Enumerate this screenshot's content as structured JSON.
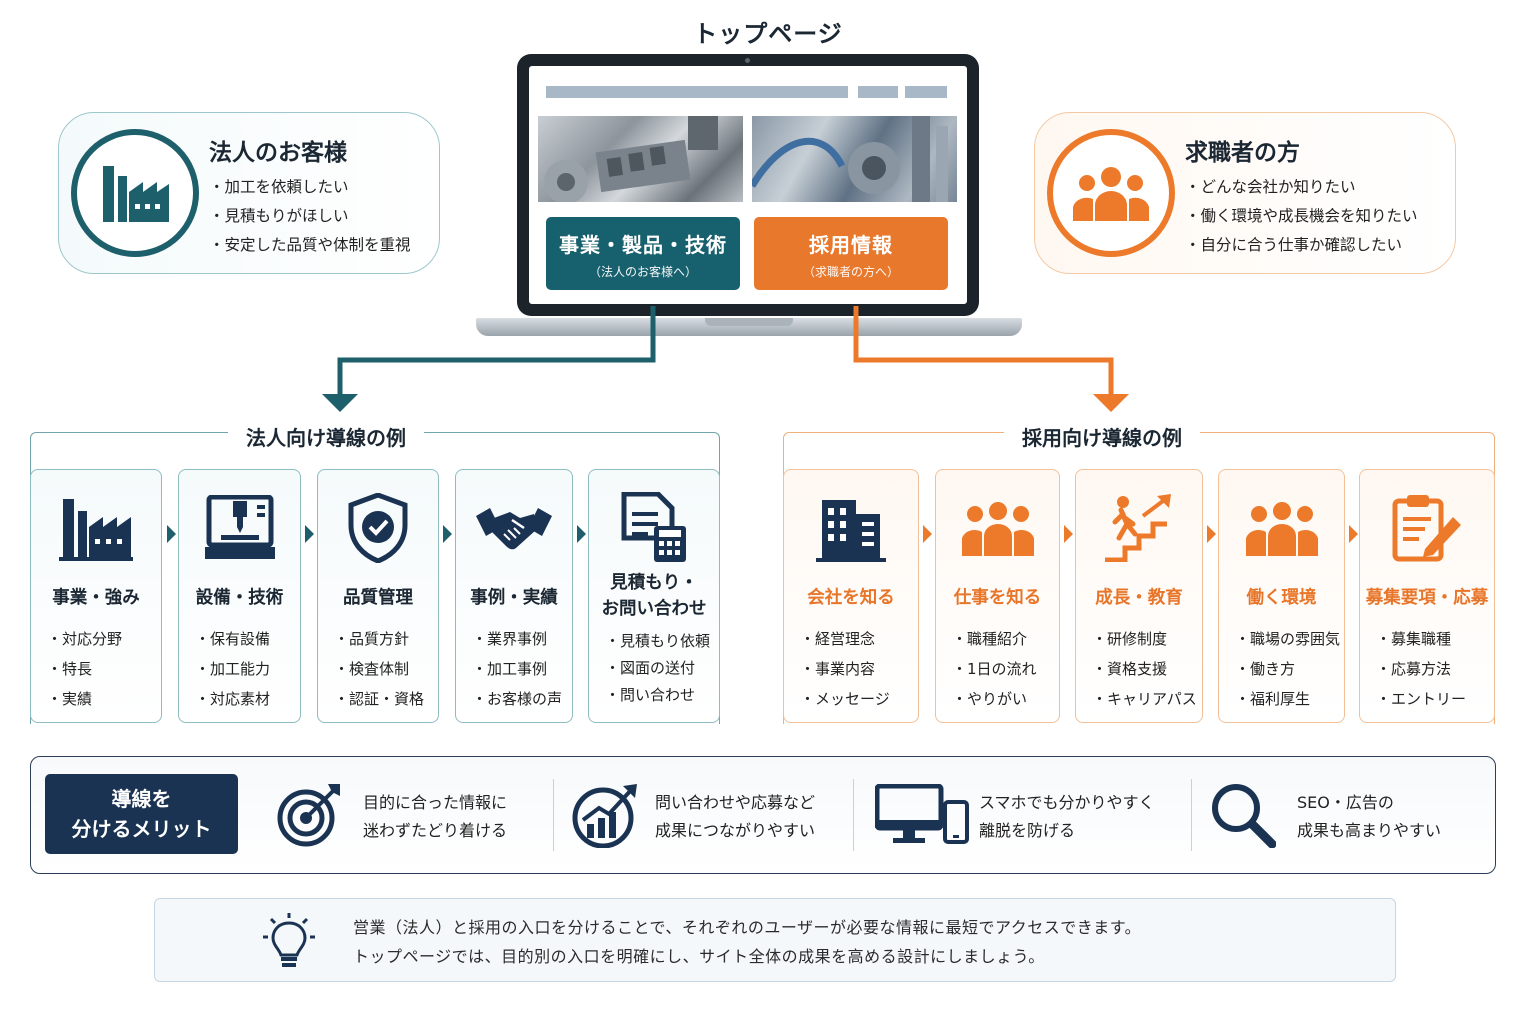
{
  "page_title": "トップページ",
  "personas": {
    "corp": {
      "title": "法人のお客様",
      "icon": "factory-icon",
      "items": [
        "・加工を依頼したい",
        "・見積もりがほしい",
        "・安定した品質や体制を重視"
      ]
    },
    "recruit": {
      "title": "求職者の方",
      "icon": "people-group-icon",
      "items": [
        "・どんな会社か知りたい",
        "・働く環境や成長機会を知りたい",
        "・自分に合う仕事か確認したい"
      ]
    }
  },
  "laptop": {
    "corp_button": {
      "label": "事業・製品・技術",
      "sub": "（法人のお客様へ）"
    },
    "recruit_button": {
      "label": "採用情報",
      "sub": "（求職者の方へ）"
    }
  },
  "corp_flow": {
    "title": "法人向け導線の例",
    "cards": [
      {
        "title": "事業・強み",
        "icon": "factory-icon",
        "items": [
          "・対応分野",
          "・特長",
          "・実績"
        ]
      },
      {
        "title": "設備・技術",
        "icon": "cnc-machine-icon",
        "items": [
          "・保有設備",
          "・加工能力",
          "・対応素材"
        ]
      },
      {
        "title": "品質管理",
        "icon": "shield-check-icon",
        "items": [
          "・品質方針",
          "・検査体制",
          "・認証・資格"
        ]
      },
      {
        "title": "事例・実績",
        "icon": "handshake-icon",
        "items": [
          "・業界事例",
          "・加工事例",
          "・お客様の声"
        ]
      },
      {
        "title_line1": "見積もり・",
        "title_line2": "お問い合わせ",
        "icon": "document-calculator-icon",
        "items": [
          "・見積もり依頼",
          "・図面の送付",
          "・問い合わせ"
        ]
      }
    ]
  },
  "recruit_flow": {
    "title": "採用向け導線の例",
    "cards": [
      {
        "title": "会社を知る",
        "icon": "building-icon",
        "items": [
          "・経営理念",
          "・事業内容",
          "・メッセージ"
        ]
      },
      {
        "title": "仕事を知る",
        "icon": "people-group-icon",
        "items": [
          "・職種紹介",
          "・1日の流れ",
          "・やりがい"
        ]
      },
      {
        "title": "成長・教育",
        "icon": "stairs-growth-icon",
        "items": [
          "・研修制度",
          "・資格支援",
          "・キャリアパス"
        ]
      },
      {
        "title": "働く環境",
        "icon": "people-group-icon",
        "items": [
          "・職場の雰囲気",
          "・働き方",
          "・福利厚生"
        ]
      },
      {
        "title": "募集要項・応募",
        "icon": "clipboard-pen-icon",
        "items": [
          "・募集職種",
          "・応募方法",
          "・エントリー"
        ]
      }
    ]
  },
  "merits": {
    "label_line1": "導線を",
    "label_line2": "分けるメリット",
    "items": [
      {
        "icon": "target-icon",
        "line1": "目的に合った情報に",
        "line2": "迷わずたどり着ける"
      },
      {
        "icon": "growth-chart-icon",
        "line1": "問い合わせや応募など",
        "line2": "成果につながりやすい"
      },
      {
        "icon": "desktop-mobile-icon",
        "line1": "スマホでも分かりやすく",
        "line2": "離脱を防げる"
      },
      {
        "icon": "magnifier-icon",
        "line1": "SEO・広告の",
        "line2": "成果も高まりやすい"
      }
    ]
  },
  "note": {
    "icon": "lightbulb-icon",
    "line1": "営業（法人）と採用の入口を分けることで、それぞれのユーザーが必要な情報に最短でアクセスできます。",
    "line2": "トップページでは、目的別の入口を明確にし、サイト全体の成果を高める設計にしましょう。"
  },
  "colors": {
    "corp": "#1d5f6b",
    "recruit": "#ec7a2a",
    "navy": "#1b3352"
  }
}
